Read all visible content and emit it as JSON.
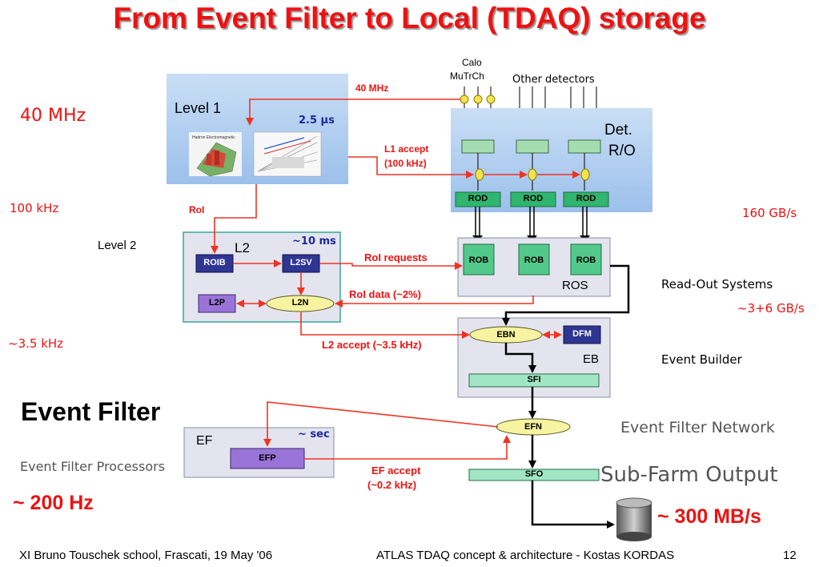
{
  "slide": {
    "title": "From Event Filter to Local (TDAQ) storage",
    "footer_left": "XI Bruno Touschek school, Frascati, 19 May '06",
    "footer_center": "ATLAS TDAQ concept & architecture - Kostas KORDAS",
    "page_number": "12"
  },
  "left_rates": {
    "rate_40mhz": "40 MHz",
    "rate_100khz": "100 kHz",
    "level2": "Level 2",
    "rate_3_5khz": "~3.5 kHz",
    "event_filter": "Event Filter",
    "ef_processors": "Event Filter Processors",
    "rate_200hz": "~ 200 Hz"
  },
  "right_labels": {
    "rate_160gbs": "160 GB/s",
    "read_out_systems": "Read-Out Systems",
    "rate_3_6gbs": "~3+6 GB/s",
    "event_builder": "Event Builder",
    "ef_network": "Event Filter Network",
    "sub_farm_output": "Sub-Farm Output",
    "rate_300mbs": "~ 300 MB/s"
  },
  "level1": {
    "label": "Level 1",
    "latency": "2.5 μs",
    "image_caption": "Hadron Electromagnetic"
  },
  "detectors": {
    "calo": "Calo",
    "mutrch": "MuTrCh",
    "other": "Other detectors",
    "det_ro": [
      "Det.",
      "R/O"
    ],
    "rod_label": "ROD"
  },
  "l2": {
    "label": "L2",
    "latency": "~10 ms",
    "roib": "ROIB",
    "l2sv": "L2SV",
    "l2p": "L2P",
    "l2n": "L2N"
  },
  "ros": {
    "rob_label": "ROB",
    "label": "ROS"
  },
  "eb": {
    "ebn": "EBN",
    "dfm": "DFM",
    "label": "EB",
    "sfi": "SFI"
  },
  "ef": {
    "efn": "EFN",
    "label": "EF",
    "latency": "~ sec",
    "efp": "EFP",
    "sfo": "SFO"
  },
  "arrows": {
    "mhz40": "40 MHz",
    "l1accept": [
      "L1 accept",
      "(100 kHz)"
    ],
    "roi": "RoI",
    "roi_requests": "RoI requests",
    "roi_data": "RoI data (~2%)",
    "l2accept": "L2 accept (~3.5 kHz)",
    "efaccept": [
      "EF accept",
      "(~0.2 kHz)"
    ]
  },
  "colors": {
    "title_red": "#ee1111",
    "arrow_red": "#ee3322",
    "lvl1_blue": "#a9c8ec",
    "l2_panel": "#e4e4ef",
    "l2_border": "#3aa79a",
    "roib_navy": "#2f3592",
    "l2p_purple": "#9a73d8",
    "ellipse_yellow": "#f7f3a0",
    "rod_green": "#2fb56e",
    "rob_green": "#52c98a",
    "mint": "#a0e6c4"
  }
}
